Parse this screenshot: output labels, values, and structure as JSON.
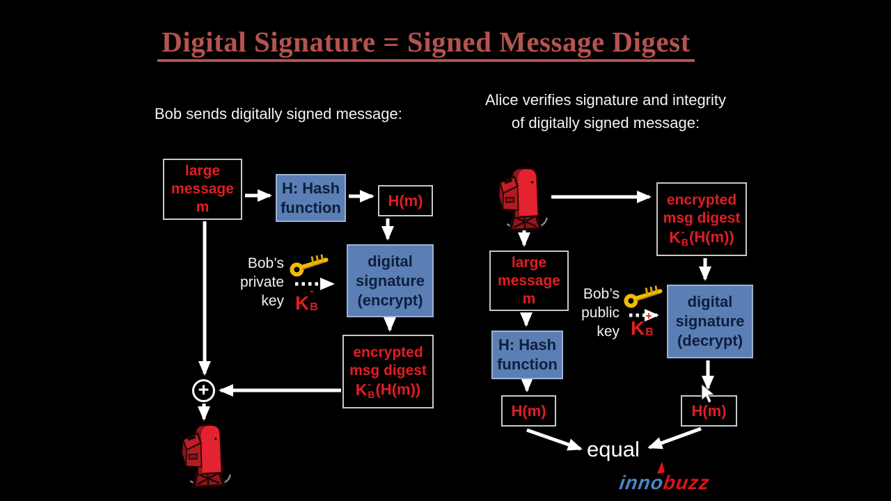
{
  "title": "Digital Signature = Signed Message Digest",
  "left_panel": {
    "heading": "Bob sends digitally signed message:",
    "large_message_box": {
      "line1": "large",
      "line2": "message",
      "line3": "m"
    },
    "hash_box": {
      "line1": "H: Hash",
      "line2": "function"
    },
    "hm_box": "H(m)",
    "signature_box": {
      "line1": "digital",
      "line2": "signature",
      "line3": "(encrypt)"
    },
    "encrypted_box": {
      "line1": "encrypted",
      "line2": "msg digest",
      "formula": {
        "base": "K",
        "sup": "-",
        "sub": "B",
        "tail": "(H(m))"
      }
    },
    "key_caption": {
      "line1": "Bob’s",
      "line2": "private",
      "line3": "key"
    },
    "key_symbol": {
      "base": "K",
      "sup": "-",
      "sub": "B"
    },
    "combine_symbol": "+"
  },
  "right_panel": {
    "heading_line1": "Alice verifies signature and integrity",
    "heading_line2": "of digitally signed message:",
    "encrypted_box": {
      "line1": "encrypted",
      "line2": "msg digest",
      "formula": {
        "base": "K",
        "sup": "-",
        "sub": "B",
        "tail": "(H(m))"
      }
    },
    "large_message_box": {
      "line1": "large",
      "line2": "message",
      "line3": "m"
    },
    "hash_box": {
      "line1": "H: Hash",
      "line2": "function"
    },
    "signature_box": {
      "line1": "digital",
      "line2": "signature",
      "line3": "(decrypt)"
    },
    "key_caption": {
      "line1": "Bob’s",
      "line2": "public",
      "line3": "key"
    },
    "key_symbol": {
      "base": "K",
      "sup": "+",
      "sub": "B"
    },
    "hm_box_left": "H(m)",
    "hm_box_right": "H(m)",
    "equal_label": "equal"
  },
  "logo": {
    "part1": "inno",
    "part2": "buzz"
  },
  "icons": {
    "mailbox": "red-postbox-clipart",
    "key": "gold-key",
    "combine": "plus-in-circle",
    "cursor": "mouse-pointer"
  },
  "colors": {
    "background": "#000000",
    "title_red": "#b5534f",
    "text_red": "#e21d23",
    "box_blue": "#5b7eb5",
    "box_blue_border": "#9db1d3",
    "box_blue_text": "#0d1f3c",
    "box_border_gray": "#c9c9c9",
    "arrow_white": "#ffffff",
    "key_gold": "#f2bb05",
    "mailbox_red": "#e42330",
    "logo_blue": "#4a86c4",
    "logo_red": "#e0121b"
  }
}
